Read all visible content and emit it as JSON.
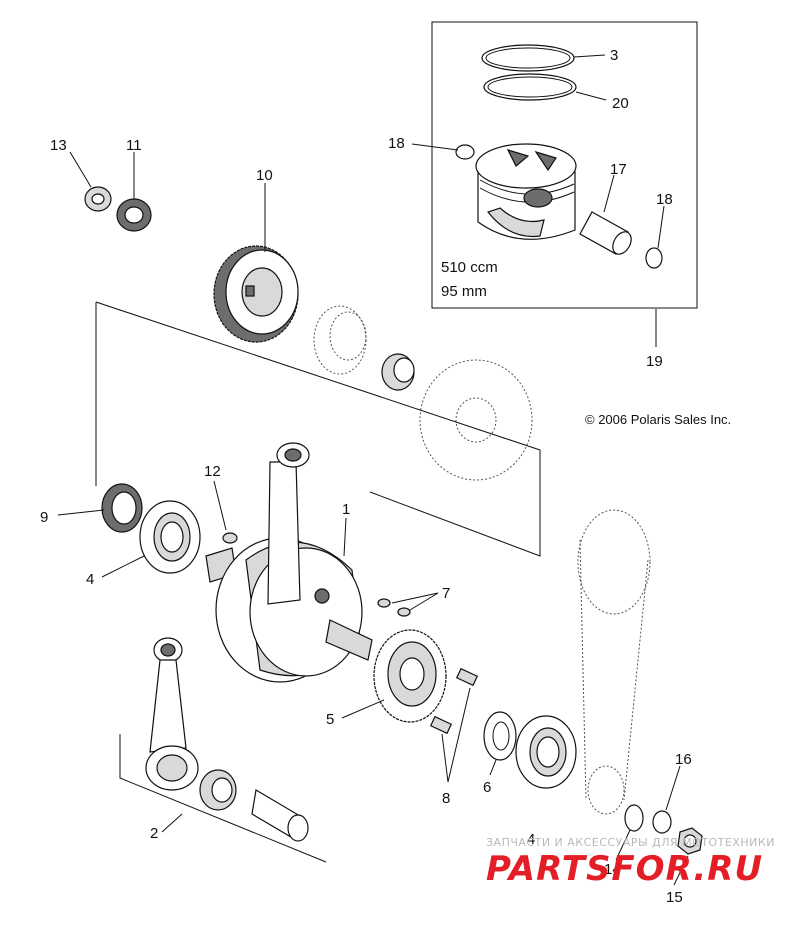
{
  "callouts": [
    {
      "id": "c3",
      "text": "3"
    },
    {
      "id": "c20",
      "text": "20"
    },
    {
      "id": "c18a",
      "text": "18"
    },
    {
      "id": "c17",
      "text": "17"
    },
    {
      "id": "c18b",
      "text": "18"
    },
    {
      "id": "c19",
      "text": "19"
    },
    {
      "id": "c13",
      "text": "13"
    },
    {
      "id": "c11",
      "text": "11"
    },
    {
      "id": "c10",
      "text": "10"
    },
    {
      "id": "c12",
      "text": "12"
    },
    {
      "id": "c1",
      "text": "1"
    },
    {
      "id": "c9",
      "text": "9"
    },
    {
      "id": "c4a",
      "text": "4"
    },
    {
      "id": "c7",
      "text": "7"
    },
    {
      "id": "c5",
      "text": "5"
    },
    {
      "id": "c8",
      "text": "8"
    },
    {
      "id": "c6",
      "text": "6"
    },
    {
      "id": "c4b",
      "text": "4"
    },
    {
      "id": "c16",
      "text": "16"
    },
    {
      "id": "c2",
      "text": "2"
    },
    {
      "id": "c14",
      "text": "14"
    },
    {
      "id": "c15",
      "text": "15"
    }
  ],
  "piston_kit": {
    "displacement": "510 ccm",
    "bore": "95 mm"
  },
  "copyright": "© 2006 Polaris Sales Inc.",
  "watermark": {
    "tagline": "ЗАПЧАСТИ И АКСЕССУАРЫ ДЛЯ МОТОТЕХНИКИ",
    "logo_text": "PARTSFOR.RU"
  },
  "colors": {
    "line": "#111111",
    "watermark_red": "#e41e26",
    "watermark_gray": "#b9b9b9"
  }
}
